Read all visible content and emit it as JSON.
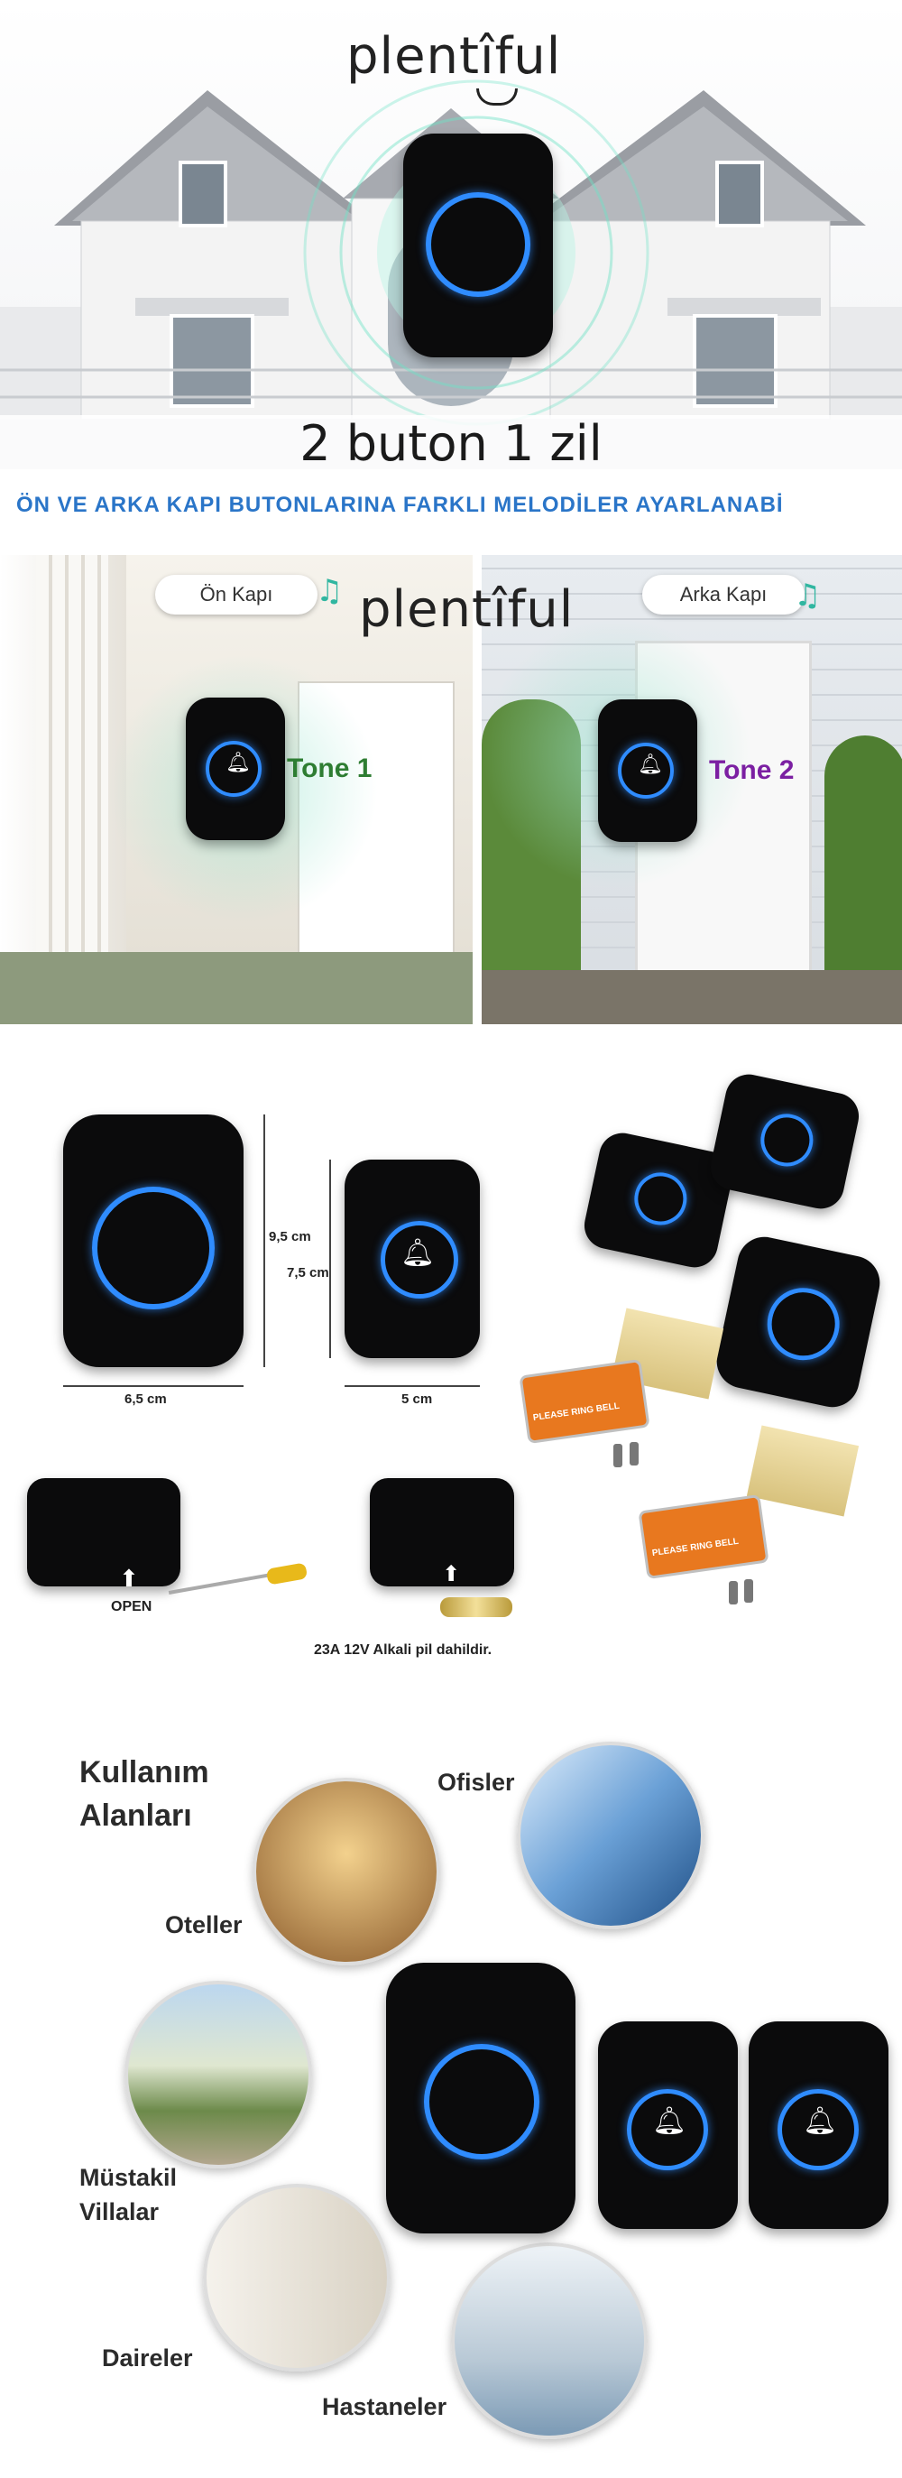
{
  "brand": {
    "logo_text": "plentîful"
  },
  "section1": {
    "caption": "2 buton 1 zil",
    "banner": "ÖN VE ARKA KAPI BUTONLARINA FARKLI MELODİLER AYARLANABİ"
  },
  "section2": {
    "left_label": "Ön Kapı",
    "right_label": "Arka Kapı",
    "tone1": "Tone 1",
    "tone2": "Tone 2",
    "tone1_color": "#2e7d32",
    "tone2_color": "#7b1fa2"
  },
  "section3": {
    "dim_height_large": "9,5 cm",
    "dim_width_large": "6,5 cm",
    "dim_height_small": "7,5 cm",
    "dim_width_small": "5 cm",
    "open_label": "OPEN",
    "sticker_text": "PLEASE RING BELL",
    "battery_text": "23A 12V Alkali pil dahildir."
  },
  "section4": {
    "heading": "Kullanım Alanları",
    "offices": "Ofisler",
    "hotels": "Oteller",
    "villas": "Müstakil Villalar",
    "apartments": "Daireler",
    "hospitals": "Hastaneler"
  },
  "colors": {
    "accent_blue": "#2f8cff",
    "banner_blue": "#2a75c8",
    "device_black": "#0b0b0c"
  }
}
